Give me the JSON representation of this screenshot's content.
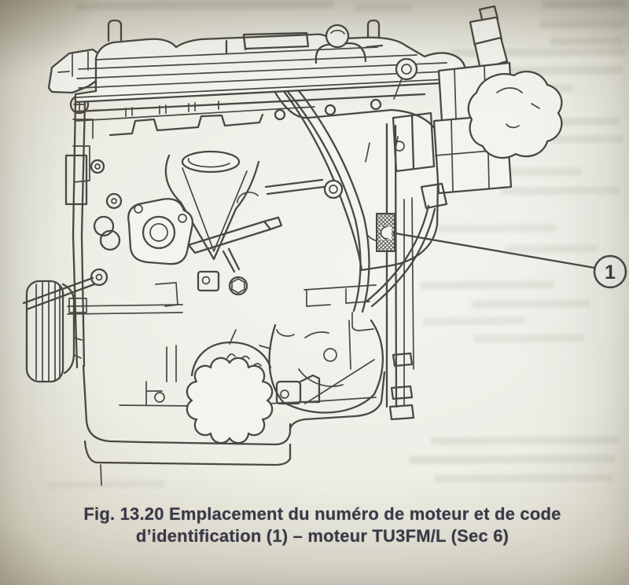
{
  "figure": {
    "callout": {
      "label": "1"
    }
  },
  "caption": {
    "line1": "Fig. 13.20 Emplacement du numéro de moteur et de code",
    "line2": "d’identification (1) – moteur TU3FM/L (Sec 6)"
  },
  "colors": {
    "paper_center": "#f3f4ef",
    "page_edge": "#aca490",
    "ink": "#4b4843",
    "caption_text": "#3b3948"
  }
}
